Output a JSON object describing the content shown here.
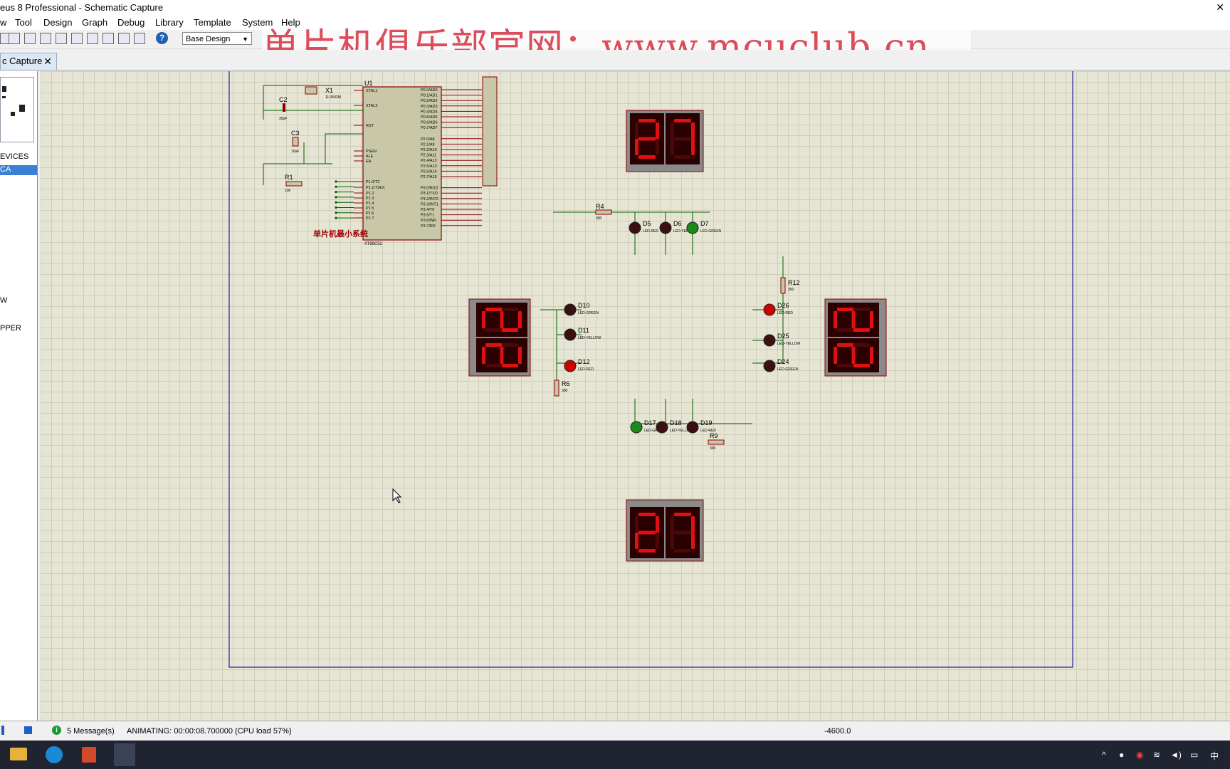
{
  "window": {
    "title": "eus 8 Professional - Schematic Capture"
  },
  "menu": [
    "w",
    "Tool",
    "Design",
    "Graph",
    "Debug",
    "Library",
    "Template",
    "System",
    "Help"
  ],
  "toolbar": {
    "layer_select": "Base Design",
    "help": "?"
  },
  "watermark": "单片机俱乐部官网：www.mcuclub.cn",
  "tab": {
    "label": "c Capture"
  },
  "sidebar": {
    "header": "EVICES",
    "selected": "CA",
    "items": [
      "W",
      "PPER"
    ]
  },
  "schematic": {
    "mcu": {
      "ref": "U1",
      "part": "AT89C52",
      "left_pins": [
        "XTAL1",
        "XTAL2",
        "RST",
        "PSEN",
        "ALE",
        "EA",
        "P1.0/T2",
        "P1.1/T2EX",
        "P1.2",
        "P1.3",
        "P1.4",
        "P1.5",
        "P1.6",
        "P1.7"
      ],
      "right_pins": [
        "P0.0/AD0",
        "P0.1/AD1",
        "P0.2/AD2",
        "P0.3/AD3",
        "P0.4/AD4",
        "P0.5/AD5",
        "P0.6/AD6",
        "P0.7/AD7",
        "P2.0/A8",
        "P2.1/A9",
        "P2.2/A10",
        "P2.3/A11",
        "P2.4/A12",
        "P2.5/A13",
        "P2.6/A14",
        "P2.7/A15",
        "P3.0/RXD",
        "P3.1/TXD",
        "P3.2/INT0",
        "P3.3/INT1",
        "P3.4/T0",
        "P3.5/T1",
        "P3.6/WR",
        "P3.7/RD"
      ]
    },
    "caption": "单片机最小系统",
    "crystal": {
      "ref": "X1",
      "value": "11.0592M"
    },
    "caps": [
      {
        "ref": "C2",
        "value": "30pF"
      },
      {
        "ref": "C3",
        "value": "10uF"
      }
    ],
    "resistors": [
      {
        "ref": "R1",
        "value": "10k"
      },
      {
        "ref": "R4",
        "value": "300"
      },
      {
        "ref": "R6",
        "value": "300"
      },
      {
        "ref": "R9",
        "value": "300"
      },
      {
        "ref": "R12",
        "value": "300"
      }
    ],
    "displays": [
      {
        "id": "north",
        "digits": "27"
      },
      {
        "id": "west",
        "digits": "22"
      },
      {
        "id": "east",
        "digits": "22"
      },
      {
        "id": "south",
        "digits": "L2"
      }
    ],
    "leds": [
      {
        "ref": "D5",
        "type": "LED-RED"
      },
      {
        "ref": "D6",
        "type": "LED-YELLOW"
      },
      {
        "ref": "D7",
        "type": "LED-GREEN"
      },
      {
        "ref": "D10",
        "type": "LED-GREEN"
      },
      {
        "ref": "D11",
        "type": "LED-YELLOW"
      },
      {
        "ref": "D12",
        "type": "LED-RED"
      },
      {
        "ref": "D17",
        "type": "LED-GREEN"
      },
      {
        "ref": "D18",
        "type": "LED-YELLOW"
      },
      {
        "ref": "D19",
        "type": "LED-RED"
      },
      {
        "ref": "D26",
        "type": "LED-RED"
      },
      {
        "ref": "D25",
        "type": "LED-YELLOW"
      },
      {
        "ref": "D24",
        "type": "LED-GREEN"
      }
    ]
  },
  "status": {
    "messages": "5 Message(s)",
    "animating": "ANIMATING: 00:00:08.700000 (CPU load 57%)",
    "coord": "-4600.0"
  },
  "taskbar": {
    "ime": "中"
  },
  "colors": {
    "segment_on": "#e01010",
    "display_bg": "#2a0000",
    "led_red": "#d00000",
    "led_green": "#1a8a1a",
    "wire": "#006000"
  }
}
